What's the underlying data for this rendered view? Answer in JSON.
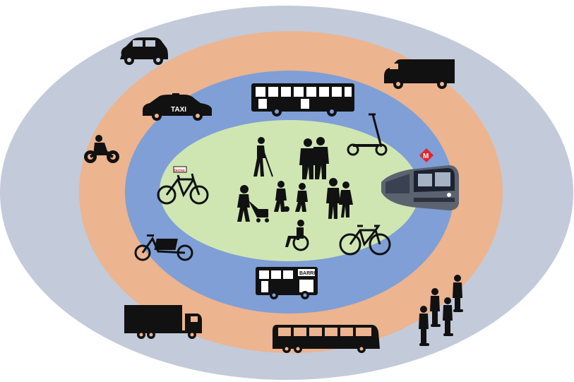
{
  "rings": {
    "outer": "#c3cad9",
    "second": "#ecb48f",
    "third": "#7f9fd6",
    "center": "#cfe6b3"
  },
  "labels": {
    "taxi": "TAXI",
    "metro": "M",
    "bus_barri": "BARRI",
    "bicing": "bicing"
  },
  "colors": {
    "silhouette": "#111111",
    "metro_badge": "#e3242b"
  },
  "icons": {
    "center": [
      "blind-walker-icon",
      "elderly-couple-icon",
      "parent-with-stroller-icon",
      "children-playing-ball-icon",
      "couple-walking-icon",
      "wheelchair-user-icon"
    ],
    "inner_ring": [
      "electric-scooter-icon",
      "shared-bicycle-icon",
      "bicycle-icon",
      "metro-train-icon",
      "city-bus-icon",
      "neighbourhood-bus-icon"
    ],
    "middle_ring": [
      "car-icon",
      "taxi-icon",
      "motorcycle-icon",
      "cargo-bike-icon",
      "delivery-van-icon",
      "coach-bus-icon",
      "truck-icon"
    ],
    "outer_ring": [
      "segway-group-icon"
    ]
  }
}
